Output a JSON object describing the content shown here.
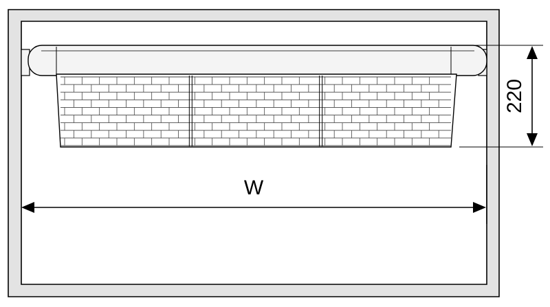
{
  "diagram": {
    "width_label": "W",
    "height_label": "220",
    "colors": {
      "line": "#000000",
      "frame_fill": "#e3e3e3",
      "rail_fill": "#f4f4f4",
      "basket_fill": "#ffffff",
      "basket_stroke": "#444444"
    },
    "basket": {
      "sections": 3,
      "rows": 9
    }
  }
}
